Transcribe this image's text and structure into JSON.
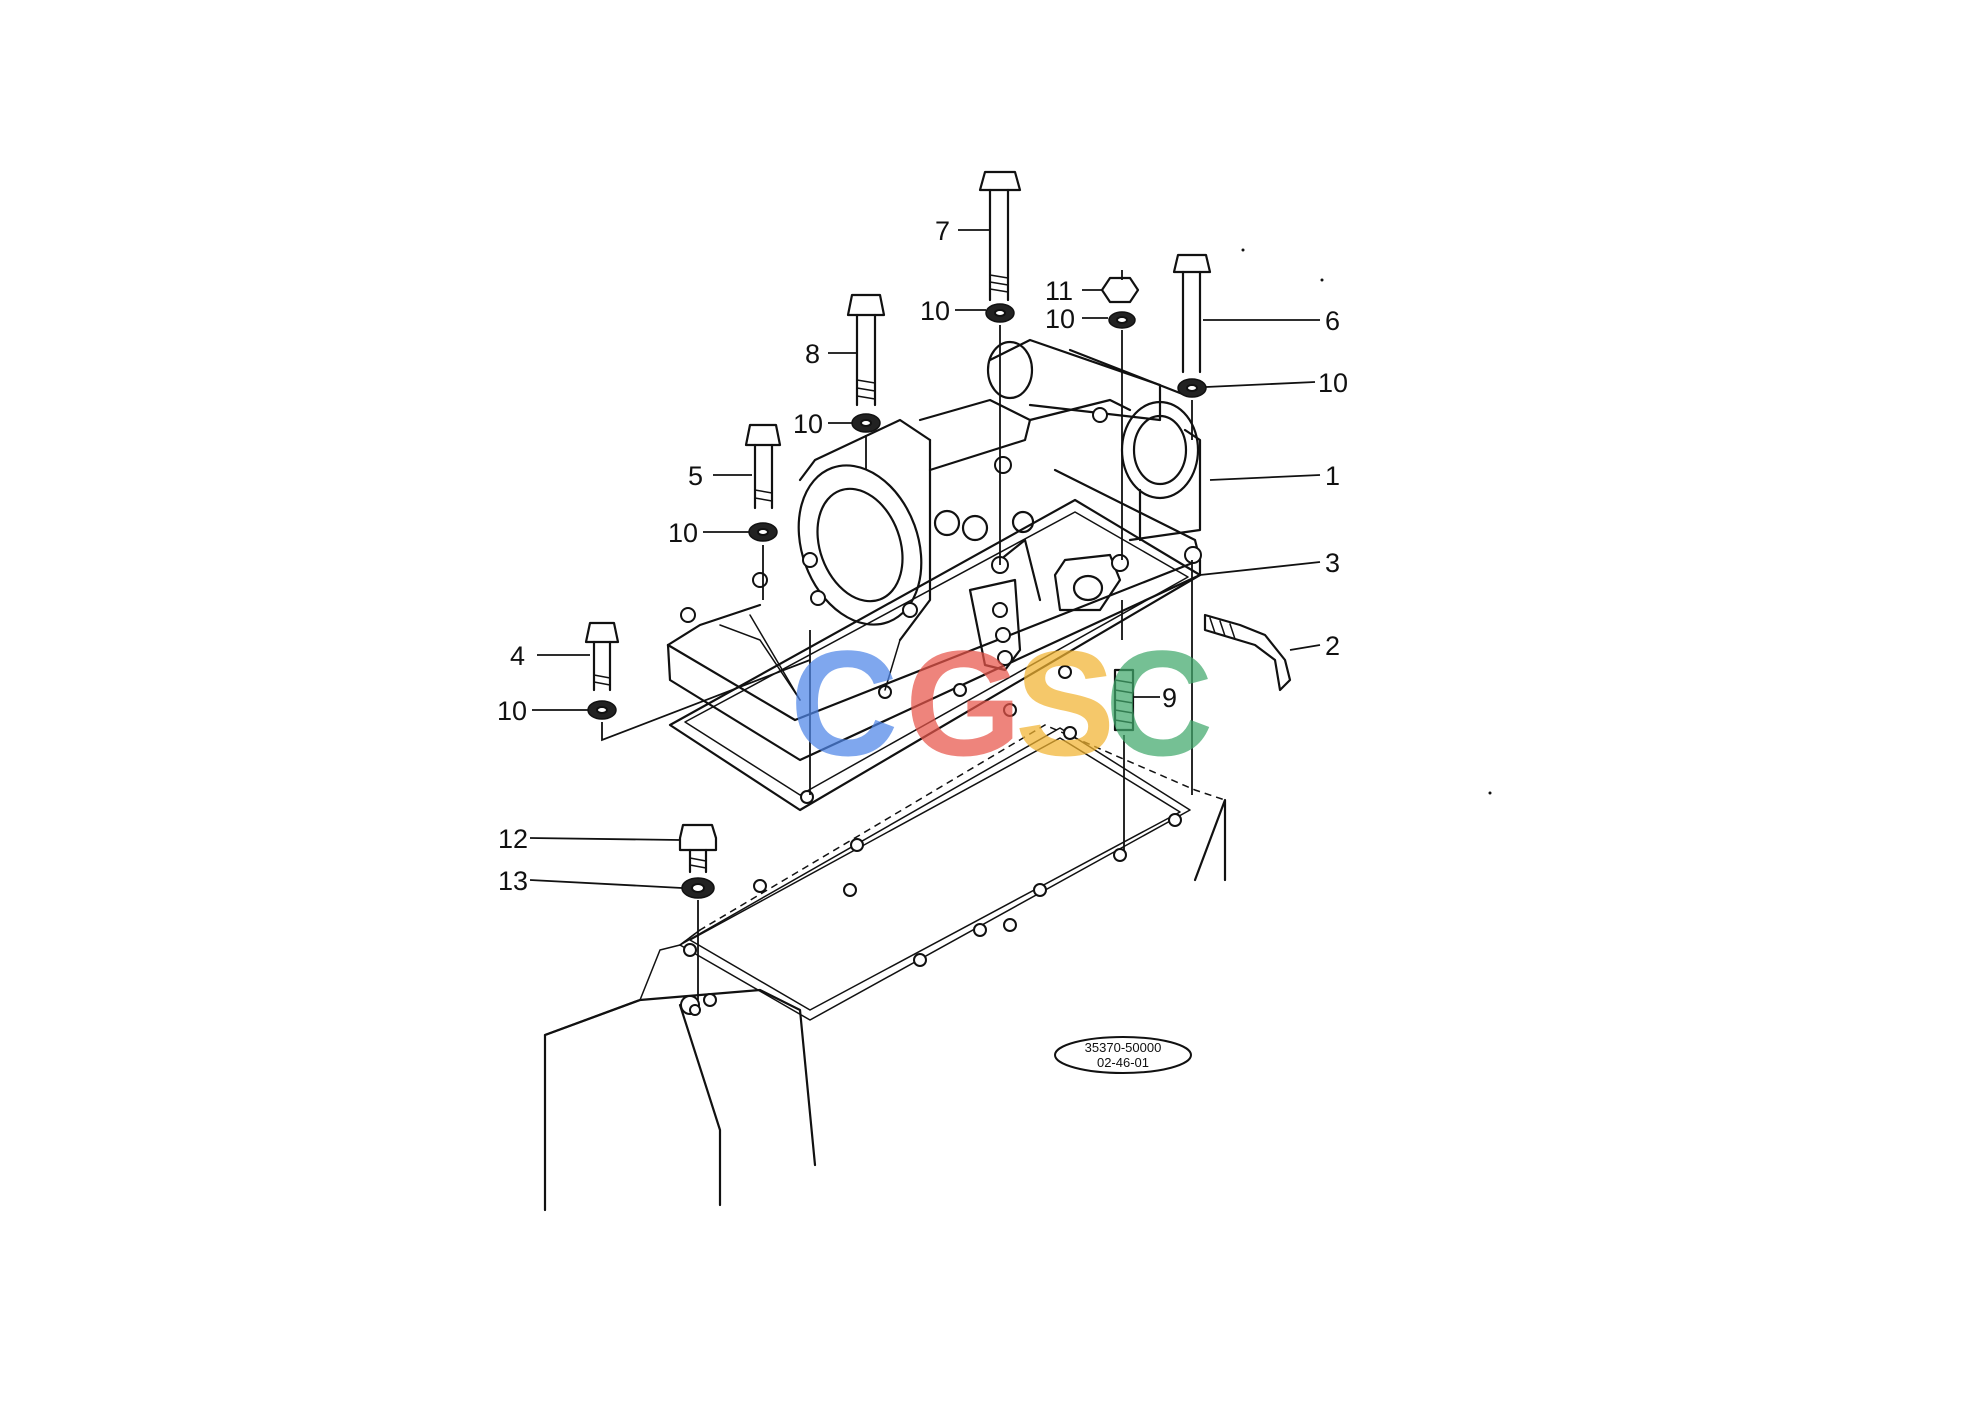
{
  "callouts": {
    "c1": "1",
    "c2": "2",
    "c3": "3",
    "c4": "4",
    "c5": "5",
    "c6": "6",
    "c7": "7",
    "c8": "8",
    "c9": "9",
    "c10a": "10",
    "c10b": "10",
    "c10c": "10",
    "c10d": "10",
    "c10e": "10",
    "c10f": "10",
    "c11": "11",
    "c12": "12",
    "c13": "13"
  },
  "reference": {
    "line1": "35370-50000",
    "line2": "02-46-01"
  },
  "watermark": {
    "letters": [
      "C",
      "G",
      "S",
      "C"
    ],
    "colors": [
      "#4f86e8",
      "#e8564b",
      "#f2b431",
      "#41a86b"
    ]
  }
}
